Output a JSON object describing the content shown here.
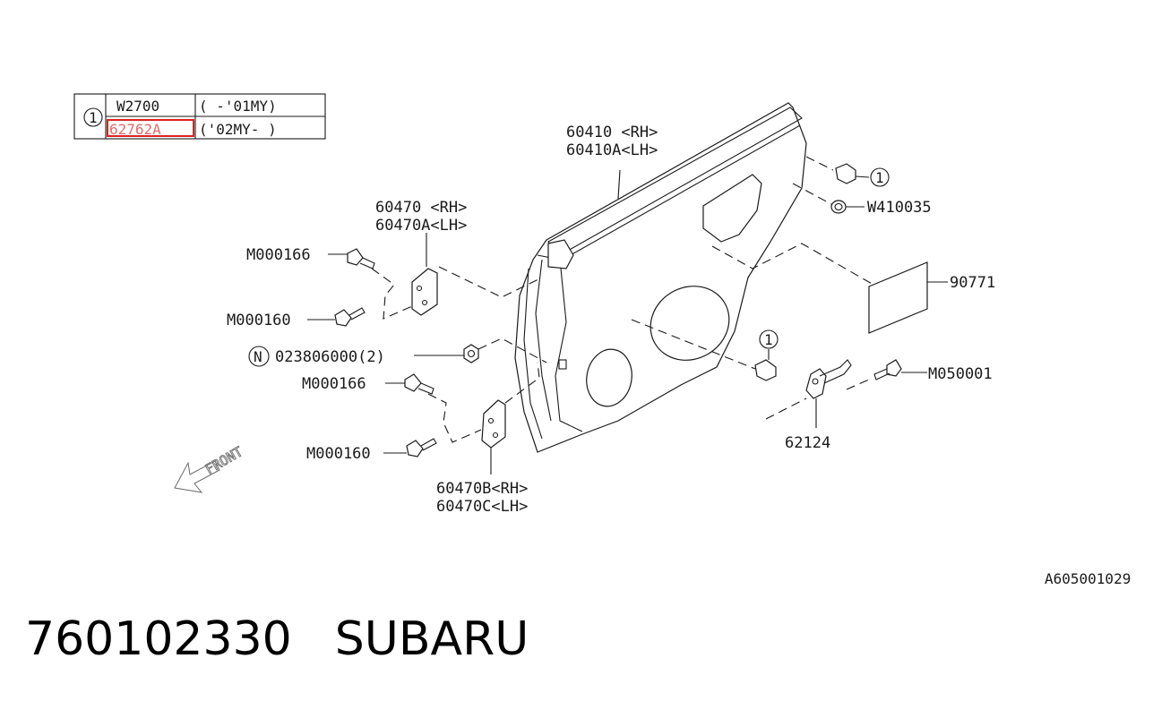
{
  "ref_table": {
    "circle_marker": "1",
    "rows": [
      {
        "part_no": "W2700",
        "years": "(    -'01MY)"
      },
      {
        "part_no": "62762A",
        "years": "('02MY-    )",
        "highlighted": true
      }
    ]
  },
  "callouts": {
    "trim_panel_rh": "60410 <RH>",
    "trim_panel_lh": "60410A<LH>",
    "clip_ref": "1",
    "grommet": "W410035",
    "sheet": "90771",
    "upper_hinge_rh": "60470 <RH>",
    "upper_hinge_lh": "60470A<LH>",
    "bolt_a1": "M000166",
    "bolt_b1": "M000160",
    "nut_marker": "N",
    "nut": "023806000(2)",
    "bolt_a2": "M000166",
    "bolt_b2": "M000160",
    "lower_hinge_rh": "60470B<RH>",
    "lower_hinge_lh": "60470C<LH>",
    "clip_ref_lower": "1",
    "checker_bolt": "M050001",
    "checker": "62124",
    "front_arrow": "FRONT"
  },
  "diagram_code": "A605001029",
  "footer": {
    "part_number": "760102330",
    "brand": "SUBARU"
  },
  "colors": {
    "highlight": "#e36b6b",
    "ink": "#1a1a1a"
  }
}
